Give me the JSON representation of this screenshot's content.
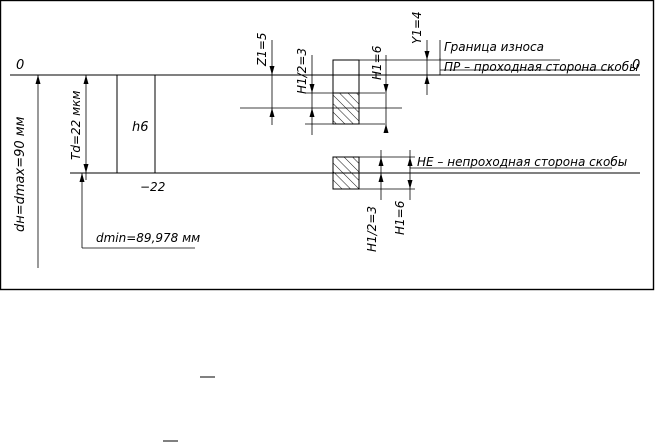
{
  "diagram": {
    "zero_left": "0",
    "zero_right": "0",
    "shaft_field": "h6",
    "lower_deviation": "−22",
    "dim_nominal": "dн=dmax=90 мм",
    "dim_td": "Td=22 мкм",
    "dim_min": "dmin=89,978 мм",
    "label_wear": "Граница износа",
    "label_pr": "ПР – проходная сторона скобы",
    "label_ne": "НЕ – непроходная сторона скобы",
    "dim_z1": "Z1=5",
    "dim_y1": "Y1=4",
    "dim_h1_half_top": "H1/2=3",
    "dim_h1_top": "H1=6",
    "dim_h1_half_bottom": "H1/2=3",
    "dim_h1_bottom": "H1=6",
    "overbar_1": "",
    "overbar_2": ""
  }
}
